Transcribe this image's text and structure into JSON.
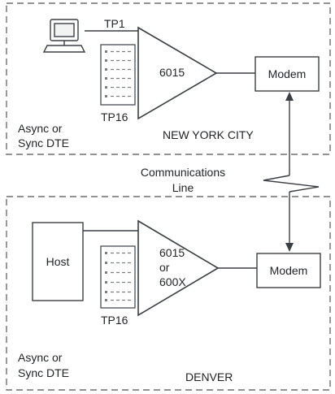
{
  "new_york": {
    "terminal_top_label": "TP1",
    "terminal_bottom_label": "TP16",
    "controller_label": "6015",
    "modem_label": "Modem",
    "dte_line1": "Async or",
    "dte_line2": "Sync DTE",
    "site_label": "NEW YORK CITY"
  },
  "link": {
    "line1": "Communications",
    "line2": "Line"
  },
  "denver": {
    "host_label": "Host",
    "controller_line1": "6015",
    "controller_line2": "or",
    "controller_line3": "600X",
    "terminal_bottom_label": "TP16",
    "modem_label": "Modem",
    "dte_line1": "Async or",
    "dte_line2": "Sync DTE",
    "site_label": "DENVER"
  },
  "colors": {
    "line": "#3a3f45",
    "dash": "#6b6f74",
    "text": "#1f2328"
  }
}
